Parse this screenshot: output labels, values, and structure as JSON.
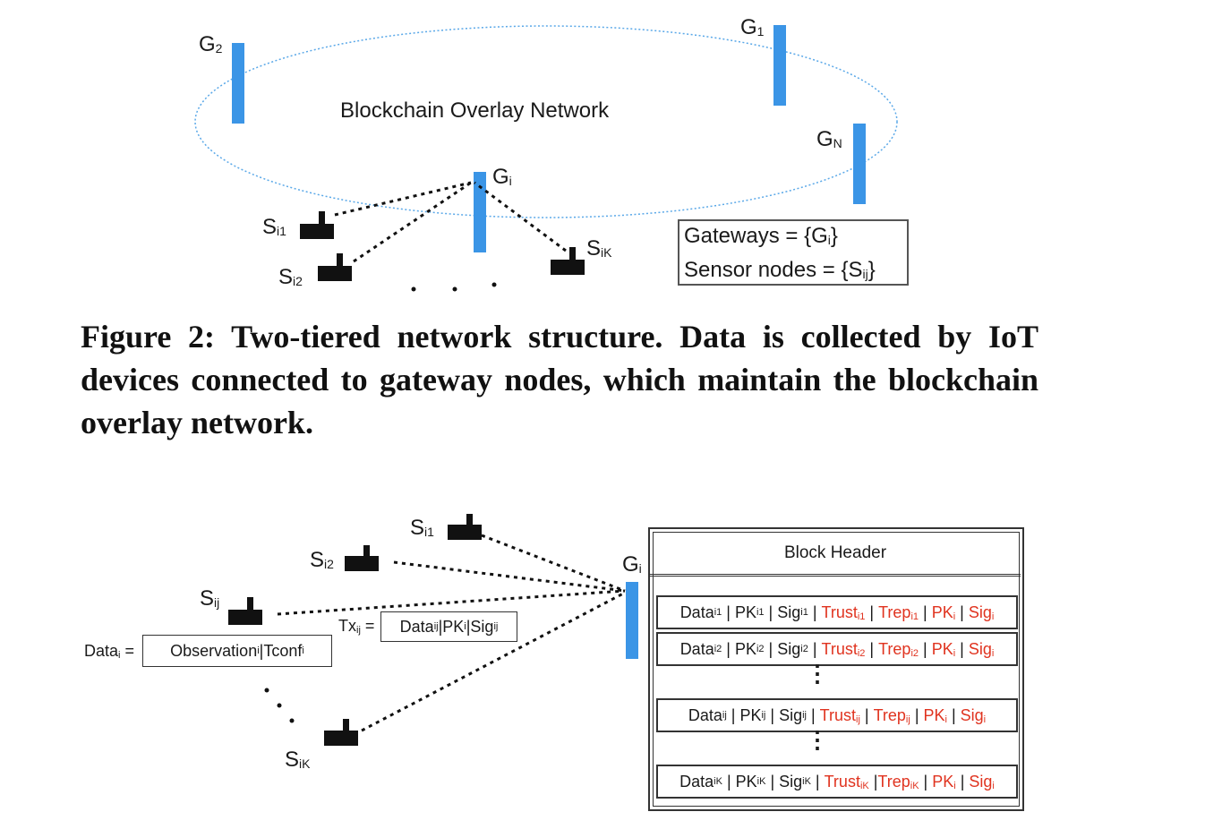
{
  "figure_top": {
    "overlay_label": "Blockchain Overlay Network",
    "gateways": {
      "g1": {
        "base": "G",
        "sub": "1"
      },
      "g2": {
        "base": "G",
        "sub": "2"
      },
      "gn": {
        "base": "G",
        "sub": "N"
      },
      "gi": {
        "base": "G",
        "sub": "i"
      }
    },
    "sensors": {
      "si1": {
        "base": "S",
        "sub": "i1"
      },
      "si2": {
        "base": "S",
        "sub": "i2"
      },
      "sik": {
        "base": "S",
        "sub": "iK"
      }
    },
    "legend": {
      "line1_prefix": "Gateways = {G",
      "line1_sub": "i",
      "line1_suffix": "}",
      "line2_prefix": "Sensor nodes = {S",
      "line2_sub": "ij",
      "line2_suffix": "}"
    }
  },
  "caption": "Figure 2: Two-tiered network structure. Data is collected by IoT devices connected to gateway nodes, which maintain the blockchain overlay network.",
  "figure_bottom": {
    "sensors": {
      "si1": {
        "base": "S",
        "sub": "i1"
      },
      "si2": {
        "base": "S",
        "sub": "i2"
      },
      "sij": {
        "base": "S",
        "sub": "ij"
      },
      "sik": {
        "base": "S",
        "sub": "iK"
      }
    },
    "gateway": {
      "base": "G",
      "sub": "i"
    },
    "data_def": {
      "label": "Data",
      "label_sub": "i",
      "eq": " =",
      "obs": "Observation",
      "obs_sub": "i",
      "sep": " | ",
      "tconf": "Tconf",
      "tconf_sub": "i"
    },
    "tx_def": {
      "label": "Tx",
      "label_sub": "ij",
      "eq": " =",
      "data": "Data",
      "data_sub": "ij",
      "pk": "PK",
      "pk_sub": "i",
      "sig": "Sig",
      "sig_sub": "ij",
      "sep": " | "
    },
    "block_header": "Block Header",
    "rows": [
      {
        "id": "i1",
        "data": "Data",
        "pk": "PK",
        "sig": "Sig",
        "trust": "Trust",
        "trep": "Trep",
        "pki": "PK",
        "sigi": "Sig",
        "sub": "i1",
        "gsub": "i"
      },
      {
        "id": "i2",
        "data": "Data",
        "pk": "PK",
        "sig": "Sig",
        "trust": "Trust",
        "trep": "Trep",
        "pki": "PK",
        "sigi": "Sig",
        "sub": "i2",
        "gsub": "i"
      },
      {
        "id": "ij",
        "data": "Data",
        "pk": "PK",
        "sig": "Sig",
        "trust": "Trust",
        "trep": "Trep",
        "pki": "PK",
        "sigi": "Sig",
        "sub": "ij",
        "gsub": "i"
      },
      {
        "id": "iK",
        "data": "Data",
        "pk": "PK",
        "sig": "Sig",
        "trust": "Trust",
        "trep": "Trep",
        "pki": "PK",
        "sigi": "Sig",
        "sub": "iK",
        "gsub": "i"
      }
    ],
    "vertical_ellipsis": "⋮",
    "colors": {
      "gateway_bar": "#3b95e6",
      "overlay_ring": "#5aa8e8",
      "field_red": "#e0331f"
    }
  }
}
